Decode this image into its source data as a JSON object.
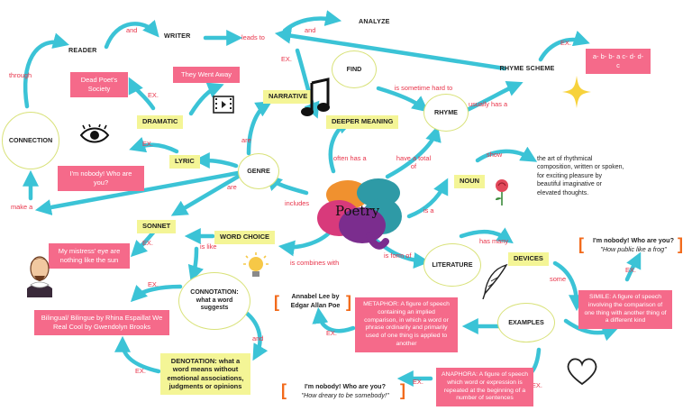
{
  "colors": {
    "arrow": "#3bc3d6",
    "pink": "#f56a8a",
    "yellow": "#f4f596",
    "circle_border": "#d9e27a",
    "note_red": "#e8344a",
    "brain_purple": "#7b2d8e",
    "brain_orange": "#f0912f",
    "brain_teal": "#2e9aa6",
    "brain_pink": "#d83a7b",
    "star": "#f7d23c",
    "rose": "#e2485a",
    "bulb": "#f6c847"
  },
  "title": "Poetry",
  "labels": {
    "reader": "READER",
    "writer": "WRITER",
    "analyze": "ANALYZE",
    "find": "FIND",
    "rhyme_scheme": "RHYME SCHEME",
    "narrative": "NARRATIVE",
    "deeper_meaning": "DEEPER MEANING",
    "rhyme": "RHYME",
    "dramatic": "DRAMATIC",
    "connection": "CONNECTION",
    "lyric": "LYRIC",
    "genre": "GENRE",
    "noun": "NOUN",
    "sonnet": "SONNET",
    "word_choice": "WORD CHOICE",
    "literature": "LITERATURE",
    "devices": "DEVICES",
    "connotation": "CONNOTATION: what a word suggests",
    "examples": "EXAMPLES",
    "denotation": "DENOTATION: what a word means without emotional associations, judgments or opinions"
  },
  "edges": {
    "and_1": "and",
    "leads_to": "leads to",
    "and_2": "and",
    "through": "through",
    "ex_1": "EX.",
    "ex_2": "EX.",
    "ex_3": "EX.",
    "is_sometime_hard_to": "is sometime hard to",
    "usually_has_a": "usually has a",
    "are_1": "are",
    "ex_4": "EX.",
    "often_has_a": "often has a",
    "have_a_total_of": "have a total of",
    "show": "show",
    "make_a": "make a",
    "are_2": "are",
    "includes": "includes",
    "is_a": "is a",
    "ex_5": "EX.",
    "is_like": "is like",
    "is_combines_with": "is combines with",
    "is_form_of": "is form of",
    "has_many": "has many",
    "ex_6": "EX.",
    "some": "some",
    "ex_7": "EX.",
    "ex_8": "EX.",
    "and_3": "and",
    "ex_9": "EX.",
    "ex_10": "EX.",
    "ex_11": "EX."
  },
  "boxes": {
    "rhyme_example": "a- b- b- a c- d- d- c",
    "dead_poets": "Dead Poet's Society",
    "went_away": "They Went Away",
    "nobody": "I'm nobody! Who are you?",
    "mistress": "My mistress' eye are nothing like the sun",
    "bilingual": "Bilingual/ Bilingue by Rhina Espaillat We Real Cool by Gwendolyn Brooks",
    "metaphor": "METAPHOR: A figure of speech containing an implied comparison, in which a word or phrase ordinarily and primarily used of one thing is applied to another",
    "simile": "SIMILE: A figure of speech involving the comparison of one thing with another thing of a different kind",
    "anaphora": "ANAPHORA: A figure of speech which word or expression is repeated at the beginning of a number of sentences",
    "noun_definition": "the art of rhythmical composition, written or spoken, for exciting pleasure by beautiful imaginative or elevated thoughts."
  },
  "quotes": {
    "annabel": "Annabel Lee by Edgar Allan Poe",
    "simile_q1": "I'm nobody! Who are you?",
    "simile_q2": "\"How public like a frog\"",
    "anaphora_q1": "I'm nobody! Who are you?",
    "anaphora_q2": "\"How dreary to be somebody!\""
  },
  "icons": [
    "film-icon",
    "music-note-icon",
    "eye-icon",
    "star-icon",
    "rose-icon",
    "shakespeare-icon",
    "lightbulb-icon",
    "quill-icon",
    "heart-icon",
    "brain-icon"
  ]
}
